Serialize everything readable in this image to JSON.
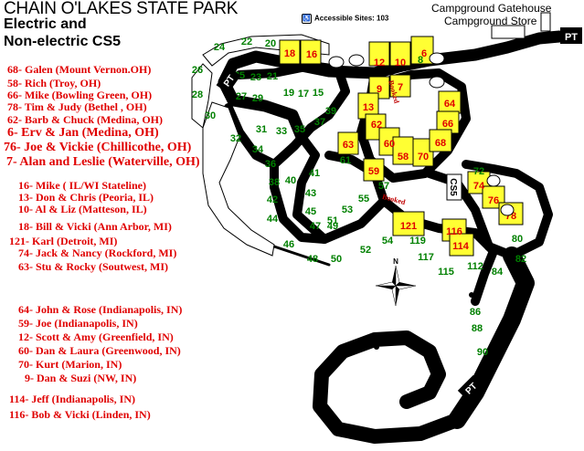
{
  "header": {
    "park_name": "CHAIN O'LAKES STATE PARK",
    "subtitle_line1": "Electric and",
    "subtitle_line2": "Non-electric CS5",
    "accessible_sites_label": "Accessible Sites: 103",
    "accessible_icon": "wheelchair-icon",
    "gatehouse_label": "Campground Gatehouse",
    "store_label": "Campground Store"
  },
  "map_labels": {
    "pt": "PT",
    "booked": "Booked",
    "cs5": "CS5",
    "compass_n": "N"
  },
  "colors": {
    "road": "#000000",
    "site_yellow": "#ffff33",
    "site_white": "#ffffff",
    "site_number_green": "#008000",
    "site_number_red": "#e00000",
    "roster_red": "#e00000"
  },
  "roster": [
    {
      "text": "68- Galen (Mount Vernon.OH)",
      "size": "sm"
    },
    {
      "text": "58- Rich (Troy, OH)",
      "size": "sm"
    },
    {
      "text": "66- Mike (Bowling Green, OH)",
      "size": "sm"
    },
    {
      "text": "78- Tim & Judy (Bethel , OH)",
      "size": "sm"
    },
    {
      "text": "62- Barb & Chuck (Medina, OH)",
      "size": "sm"
    },
    {
      "text": "6- Erv & Jan (Medina, OH)",
      "size": "big"
    },
    {
      "text": "76- Joe & Vickie (Chillicothe, OH)",
      "size": "big"
    },
    {
      "text": "7- Alan and Leslie (Waterville, OH)",
      "size": "big"
    },
    {
      "text": "16- Mike ( IL/WI Stateline)",
      "size": "sm"
    },
    {
      "text": "13- Don & Chris (Peoria, IL)",
      "size": "sm"
    },
    {
      "text": "10- Al & Liz (Matteson, IL)",
      "size": "sm"
    },
    {
      "text": "18- Bill & Vicki (Ann Arbor, MI)",
      "size": "sm"
    },
    {
      "text": "121- Karl (Detroit, MI)",
      "size": "sm"
    },
    {
      "text": "74- Jack & Nancy (Rockford, MI)",
      "size": "sm"
    },
    {
      "text": "63- Stu & Rocky (Soutwest, MI)",
      "size": "sm"
    },
    {
      "text": "64- John & Rose (Indianapolis, IN)",
      "size": "sm"
    },
    {
      "text": "59- Joe (Indianapolis, IN)",
      "size": "sm"
    },
    {
      "text": "12- Scott & Amy (Greenfield, IN)",
      "size": "sm"
    },
    {
      "text": "60- Dan & Laura (Greenwood, IN)",
      "size": "sm"
    },
    {
      "text": "70- Kurt (Marion, IN)",
      "size": "sm"
    },
    {
      "text": "9- Dan & Suzi (NW, IN)",
      "size": "sm"
    },
    {
      "text": "114- Jeff (Indianapolis, IN)",
      "size": "sm"
    },
    {
      "text": "116- Bob & Vicki (Linden, IN)",
      "size": "sm"
    }
  ],
  "sites": {
    "booked": [
      "18",
      "16",
      "12",
      "10",
      "6",
      "9",
      "7",
      "13",
      "62",
      "60",
      "58",
      "70",
      "64",
      "66",
      "68",
      "63",
      "59",
      "121",
      "116",
      "114",
      "74",
      "76",
      "78"
    ],
    "open": [
      "24",
      "22",
      "20",
      "8",
      "26",
      "25",
      "23",
      "21",
      "19",
      "17",
      "15",
      "28",
      "27",
      "29",
      "31",
      "33",
      "35",
      "37",
      "39",
      "30",
      "32",
      "34",
      "36",
      "38",
      "40",
      "41",
      "42",
      "43",
      "44",
      "45",
      "46",
      "47",
      "48",
      "49",
      "50",
      "51",
      "52",
      "53",
      "54",
      "55",
      "57",
      "61",
      "72",
      "80",
      "82",
      "84",
      "86",
      "88",
      "90",
      "112",
      "115",
      "117",
      "119"
    ]
  }
}
